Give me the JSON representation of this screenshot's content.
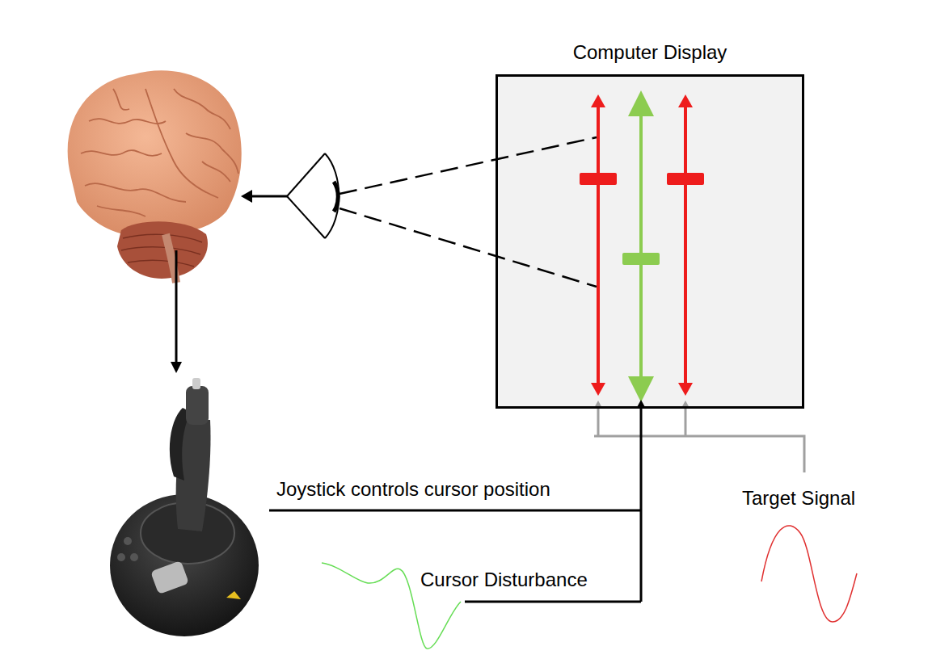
{
  "diagram": {
    "nodes": [
      {
        "text": [
          "Computer Display"
        ]
      }
    ],
    "labels": [
      "Joystick controls cursor position",
      "Cursor Disturbance",
      "Target Signal"
    ]
  }
}
